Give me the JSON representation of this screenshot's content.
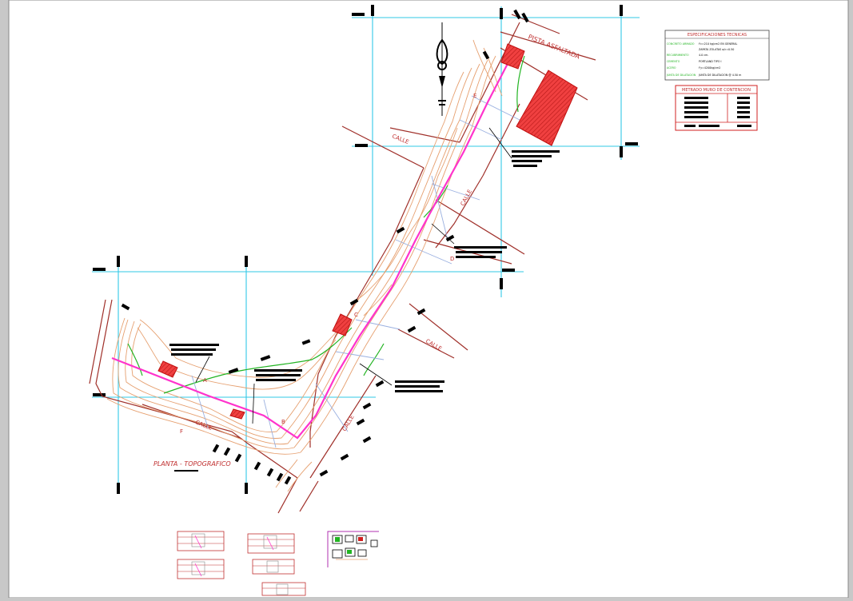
{
  "plan": {
    "title": "PLANTA - TOPOGRAFICO",
    "road_label": "PISTA ASFALTADA",
    "street_labels": [
      "CALLE",
      "CALLE",
      "CALLE",
      "CALLE",
      "CALLE"
    ],
    "section_letters": [
      "A",
      "B",
      "C",
      "D",
      "E",
      "F"
    ]
  },
  "specs_table": {
    "title": "ESPECIFICACIONES TECNICAS",
    "rows": [
      {
        "key": "CONCRETO ARMADO",
        "value": "f'c=210 kg/cm2 EN GENERAL"
      },
      {
        "key": "",
        "value": "ZAPATA ZOLATAS a/c=0.50"
      },
      {
        "key": "RECUBRIMIENTO",
        "value": "4.0 cm."
      },
      {
        "key": "CEMENTO",
        "value": "PORTLAND TIPO I"
      },
      {
        "key": "ACERO",
        "value": "f'y=4200kg/cm2"
      },
      {
        "key": "JUNTA DE DILATACION",
        "value": "JUNTA DE DILATACION @ 4.50 m"
      }
    ]
  },
  "metrado_table": {
    "title": "METRADO MURO DE CONTENCION"
  },
  "colors": {
    "paper": "#ffffff",
    "grid": "#32c8e6",
    "contour": "#e6a070",
    "wall_axis": "#ff33cc",
    "green_contour": "#22b422",
    "buildings": "#e63232",
    "road_edges": "#a0302a"
  }
}
